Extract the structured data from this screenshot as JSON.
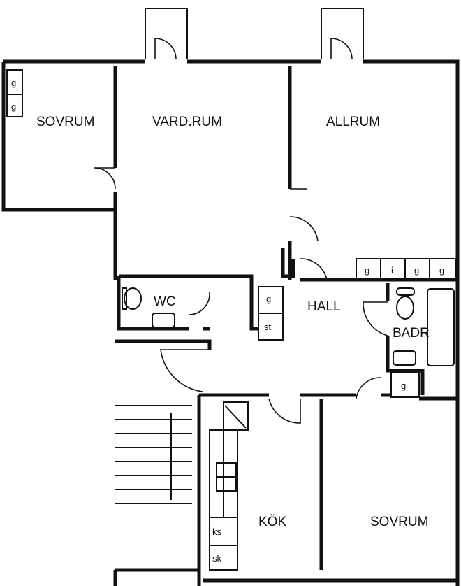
{
  "rooms": {
    "sovrum_1": "SOVRUM",
    "vardrum": "VARD.RUM",
    "allrum": "ALLRUM",
    "wc": "WC",
    "hall": "HALL",
    "badr": "BADR",
    "kok": "KÖK",
    "sovrum_2": "SOVRUM"
  },
  "fixtures": {
    "sovrum_closets": [
      "g",
      "g"
    ],
    "allrum_closets": [
      "g",
      "i",
      "g",
      "g"
    ],
    "hall_closet": "g",
    "hall_storage": "st",
    "badr_closet": "g",
    "kitchen_fridge": "ks",
    "kitchen_freezer": "sk"
  }
}
